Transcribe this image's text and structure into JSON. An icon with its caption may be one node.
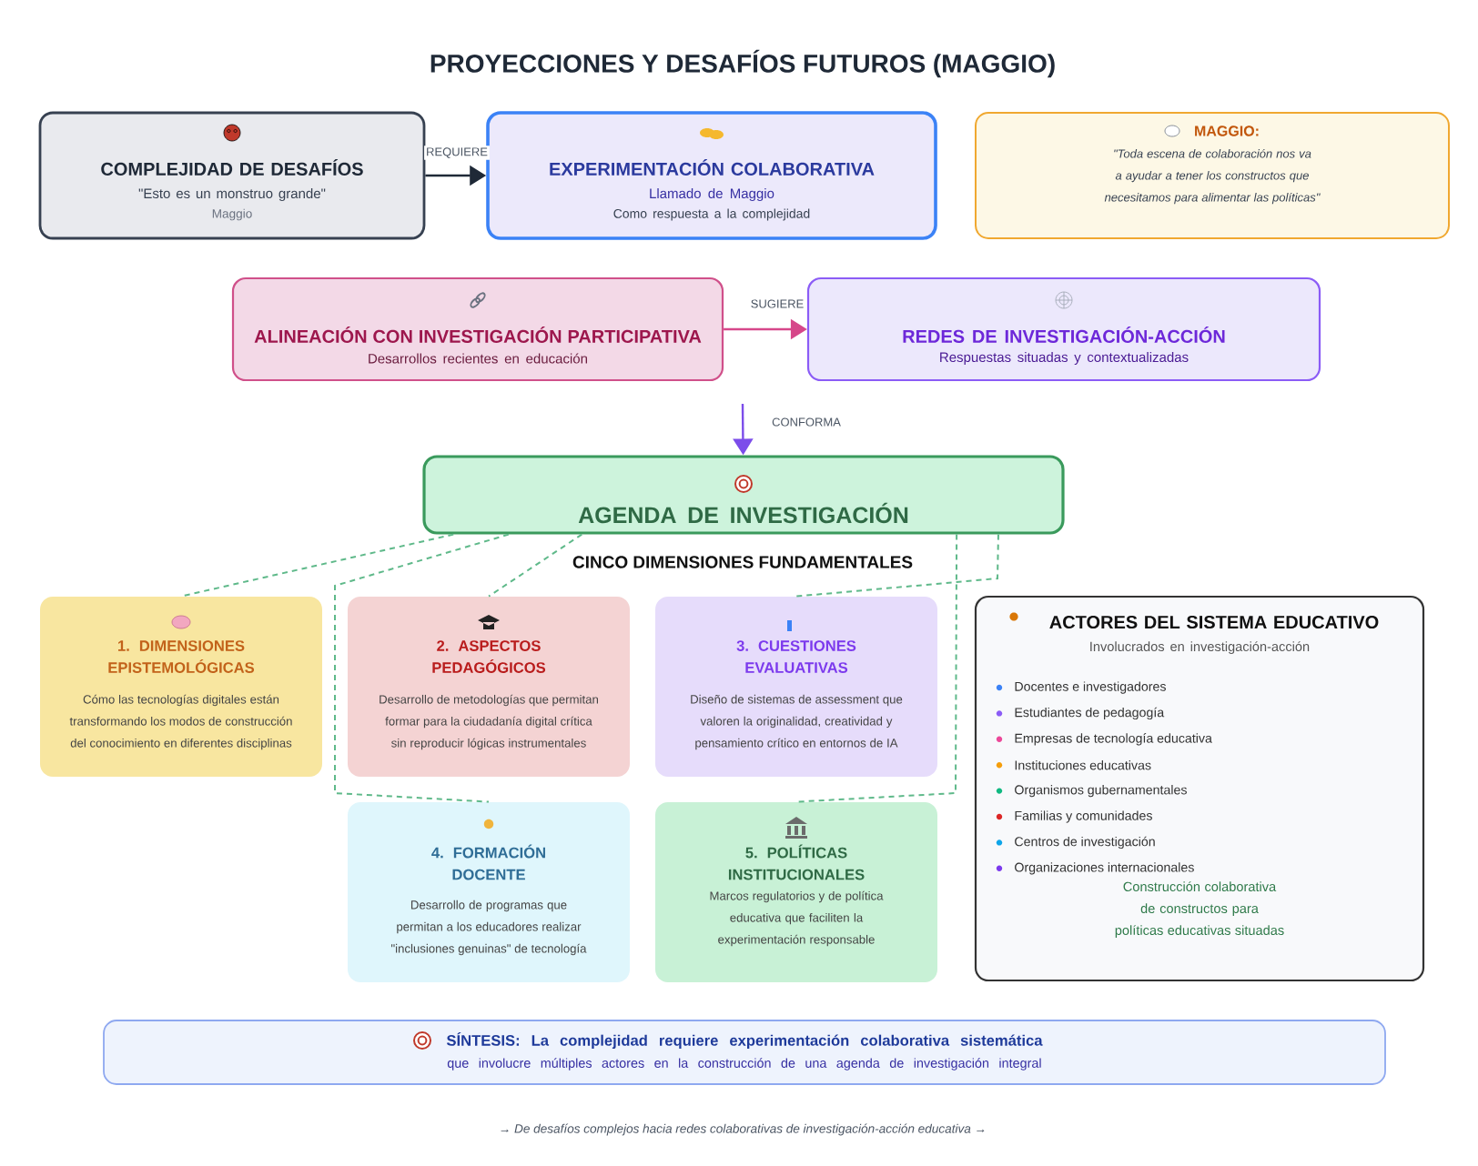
{
  "diagram": {
    "title": "PROYECCIONES Y DESAFÍOS FUTUROS (MAGGIO)",
    "nodes": [
      {
        "text": [
          "COMPLEJIDAD DE DESAFÍOS",
          "\"Esto es un monstruo grande\"",
          "Maggio"
        ]
      },
      {
        "text": [
          "EXPERIMENTACIÓN COLABORATIVA",
          "Llamado de Maggio",
          "Como respuesta a la complejidad"
        ]
      },
      {
        "text": [
          "MAGGIO:",
          "\"Toda escena de colaboración nos va a ayudar a tener los constructos que necesitamos para alimentar las políticas\""
        ]
      },
      {
        "text": [
          "ALINEACIÓN CON INVESTIGACIÓN PARTICIPATIVA",
          "Desarrollos recientes en educación"
        ]
      },
      {
        "text": [
          "REDES DE INVESTIGACIÓN-ACCIÓN",
          "Respuestas situadas y contextualizadas"
        ]
      },
      {
        "text": [
          "AGENDA DE INVESTIGACIÓN"
        ]
      },
      {
        "text": [
          "1. DIMENSIONES EPISTEMOLÓGICAS",
          "Cómo las tecnologías digitales están transformando los modos de construcción del conocimiento en diferentes disciplinas"
        ]
      },
      {
        "text": [
          "2. ASPECTOS PEDAGÓGICOS",
          "Desarrollo de metodologías que permitan formar para la ciudadanía digital crítica sin reproducir lógicas instrumentales"
        ]
      },
      {
        "text": [
          "3. CUESTIONES EVALUATIVAS",
          "Diseño de sistemas de assessment que valoren la originalidad, creatividad y pensamiento crítico en entornos de IA"
        ]
      },
      {
        "text": [
          "4. FORMACIÓN DOCENTE",
          "Desarrollo de programas que permitan a los educadores realizar \"inclusiones genuinas\" de tecnología"
        ]
      },
      {
        "text": [
          "5. POLÍTICAS INSTITUCIONALES",
          "Marcos regulatorios y de política educativa que faciliten la experimentación responsable"
        ]
      },
      {
        "text": [
          "ACTORES DEL SISTEMA EDUCATIVO",
          "Involucrados en investigación-acción",
          "Docentes e investigadores",
          "Estudiantes de pedagogía",
          "Empresas de tecnología educativa",
          "Instituciones educativas",
          "Organismos gubernamentales",
          "Familias y comunidades",
          "Centros de investigación",
          "Organizaciones internacionales",
          "Construcción colaborativa de constructos para políticas educativas situadas"
        ]
      },
      {
        "text": [
          "SÍNTESIS: La complejidad requiere experimentación colaborativa sistemática",
          "que involucre múltiples actores en la construcción de una agenda de investigación integral"
        ]
      }
    ],
    "edges": [
      {
        "from": 0,
        "to": 1,
        "arrow": "to",
        "label": "REQUIERE",
        "color": "#1f2937"
      },
      {
        "from": 3,
        "to": 4,
        "arrow": "to",
        "label": "SUGIERE",
        "color": "#d6478a"
      },
      {
        "from": null,
        "to": 5,
        "arrow": "to",
        "label": "CONFORMA",
        "color": "#7c4dea"
      },
      {
        "from": 5,
        "to": 6,
        "arrow": "none",
        "style": "dashed"
      },
      {
        "from": 5,
        "to": 7,
        "arrow": "none",
        "style": "dashed"
      },
      {
        "from": 5,
        "to": 8,
        "arrow": "none",
        "style": "dashed"
      },
      {
        "from": 5,
        "to": 9,
        "arrow": "none",
        "style": "dashed"
      },
      {
        "from": 5,
        "to": 10,
        "arrow": "none",
        "style": "dashed"
      }
    ],
    "labels": [
      "CINCO DIMENSIONES FUNDAMENTALES",
      "→ De desafíos complejos hacia redes colaborativas de investigación-acción educativa →"
    ]
  }
}
